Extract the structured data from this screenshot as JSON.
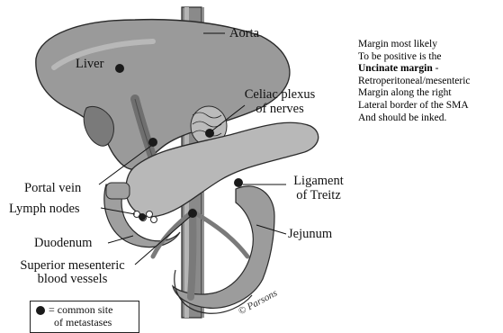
{
  "labels": {
    "aorta": "Aorta",
    "liver": "Liver",
    "celiac": "Celiac plexus\nof nerves",
    "portal_vein": "Portal vein",
    "ligament": "Ligament\nof Treitz",
    "lymph_nodes": "Lymph nodes",
    "jejunum": "Jejunum",
    "duodenum": "Duodenum",
    "smv": "Superior mesenteric\nblood vessels"
  },
  "legend": {
    "text_line1": "= common site",
    "text_line2": "of metastases"
  },
  "signature": "© Parsons",
  "side_note": {
    "line1": "Margin most likely",
    "line2": "To be positive is the",
    "line3_bold": "Uncinate margin",
    "line3_rest": " -",
    "line4": "Retroperitoneal/mesenteric",
    "line5": "Margin along the right",
    "line6": "Lateral border of the SMA",
    "line7": "And should be inked."
  },
  "colors": {
    "organ_fill": "#9a9a9a",
    "organ_dark": "#6f6f6f",
    "outline": "#2a2a2a",
    "metastasis_dot": "#1a1a1a"
  }
}
